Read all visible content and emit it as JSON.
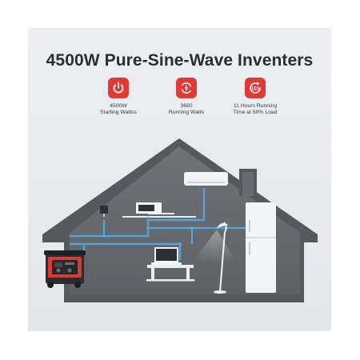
{
  "title": "4500W Pure-Sine-Wave Inventers",
  "features": [
    {
      "icon": "power-icon",
      "line1": "4500W",
      "line2": "Starting Wattss"
    },
    {
      "icon": "lightning-refresh-icon",
      "line1": "3680",
      "line2": "Running Watts"
    },
    {
      "icon": "hours-clock-icon",
      "badge_text": "11h",
      "line1": "11 Hours Running",
      "line2": "Time at 50% Load"
    }
  ],
  "colors": {
    "accent": "#e03a36",
    "wire": "#4da6e6",
    "house_fill": "#6b6e72",
    "house_interior": "#7a7d81",
    "background": "#e8eaed"
  }
}
